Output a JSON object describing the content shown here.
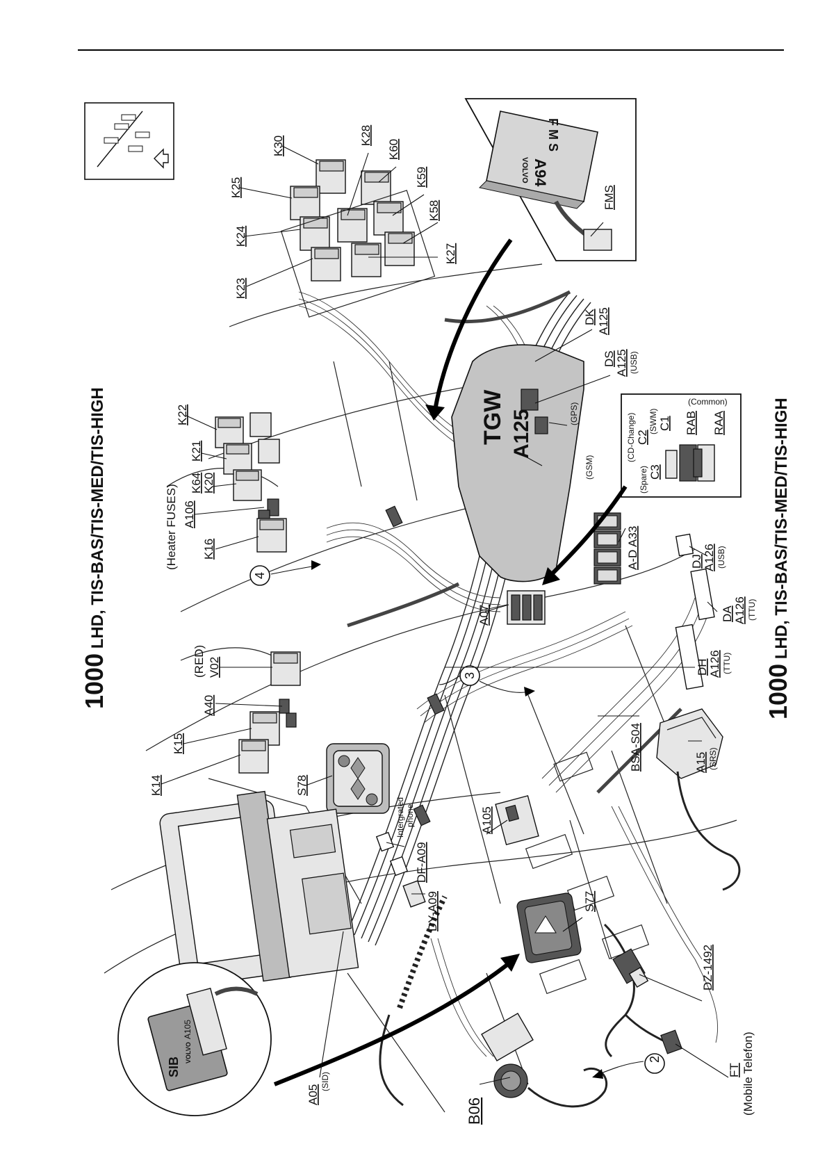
{
  "header": {
    "rule": true
  },
  "title": {
    "top_num": "1000",
    "top_text": " LHD, TIS-BAS/TIS-MED/TIS-HIGH",
    "bottom_num": "1000",
    "bottom_text": " LHD, TIS-BAS/TIS-MED/TIS-HIGH"
  },
  "labels": {
    "K30": "K30",
    "K25": "K25",
    "K24": "K24",
    "K23": "K23",
    "K28": "K28",
    "K60": "K60",
    "K59": "K59",
    "K58": "K58",
    "K27": "K27",
    "K22": "K22",
    "K21": "K21",
    "K64": "K64",
    "K20": "K20",
    "heater_fuses": "(Heater FUSES)",
    "A106": "A106",
    "K16": "K16",
    "red": "(RED)",
    "V02": "V02",
    "A40": "A40",
    "K15": "K15",
    "K14": "K14",
    "S78": "S78",
    "intergrated": "Intergrated",
    "phone": "phone",
    "DF_A09": "DF-A09",
    "DY_A09": "DY-A09",
    "A105": "A105",
    "S77": "S77",
    "DZ_1492": "DZ-1492",
    "FT": "FT",
    "mobile_telefon": "(Mobile Telefon)",
    "A05": "A05",
    "sid": "(SID)",
    "B06": "B06",
    "A15": "A15",
    "srs": "(SRS)",
    "BSA_S04": "BSA-S04",
    "DH": "DH",
    "A126_ttu_1": "A126",
    "ttu_1": "(TTU)",
    "DA": "DA",
    "A126_ttu_2": "A126",
    "ttu_2": "(TTU)",
    "DJ": "DJ",
    "A126_usb": "A126",
    "usb_1": "(USB)",
    "A_D_A33": "A-D A33",
    "A07": "A07",
    "DK": "DK",
    "A125_dk": "A125",
    "DS": "DS",
    "A125_ds": "A125",
    "usb_2": "(USB)",
    "gps": "(GPS)",
    "gsm": "(GSM)",
    "FMS": "FMS",
    "cd_change": "(CD-Change)",
    "C2": "C2",
    "swm": "(SWM)",
    "C1": "C1",
    "common": "(Common)",
    "RAB": "RAB",
    "RAA": "RAA",
    "spare": "(Spare)",
    "C3": "C3",
    "callout_2": "2",
    "callout_3": "3",
    "callout_4": "4"
  },
  "detail_text": {
    "sib": "SIB",
    "volvo_sib": "VOLVO",
    "a105_sib": "A105",
    "a94": "A94",
    "volvo_a94": "VOLVO",
    "fms_letters": "F M S",
    "tgw": "TGW",
    "a125_body": "A125"
  }
}
